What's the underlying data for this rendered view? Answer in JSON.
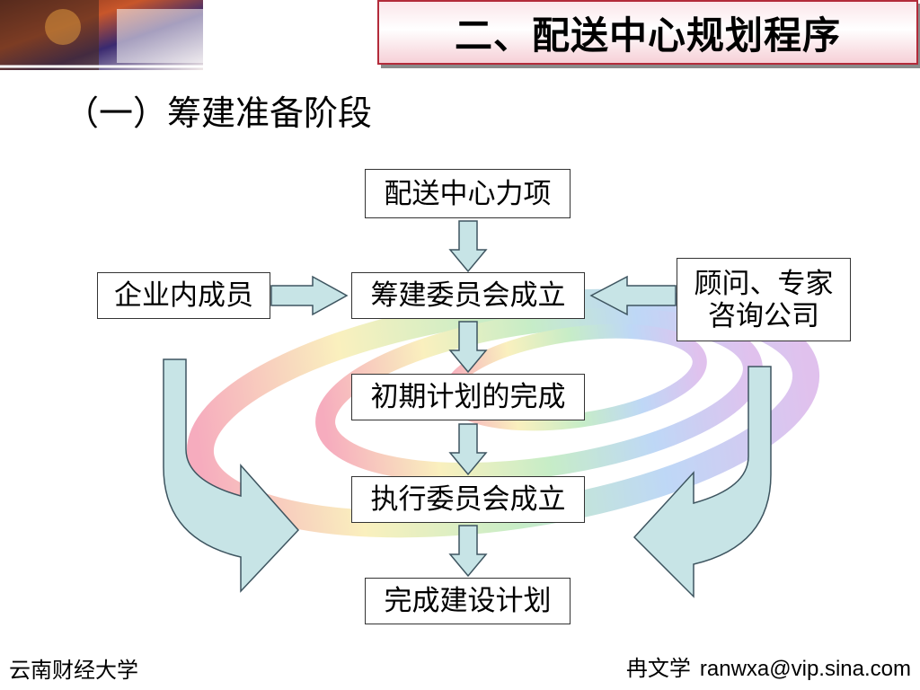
{
  "title": "二、配送中心规划程序",
  "subtitle": "（一）筹建准备阶段",
  "nodes": {
    "top": "配送中心力项",
    "center": "筹建委员会成立",
    "left": "企业内成员",
    "right_line1": "顾问、专家",
    "right_line2": "咨询公司",
    "step3": "初期计划的完成",
    "step4": "执行委员会成立",
    "step5": "完成建设计划"
  },
  "footer": {
    "school": "云南财经大学",
    "author": "冉文学",
    "email": "ranwxa@vip.sina.com"
  },
  "colors": {
    "arrow_fill": "#c7e4e6",
    "arrow_stroke": "#3e5560",
    "title_border": "#b32b3a"
  }
}
